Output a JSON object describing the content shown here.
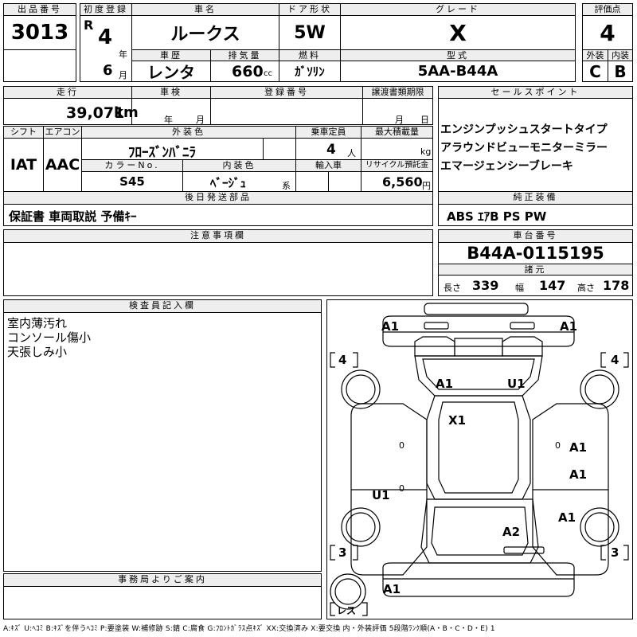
{
  "header": {
    "lot_no_label": "出品番号",
    "lot_no": "3013",
    "first_reg_label": "初度登録",
    "era": "R",
    "year": "4",
    "year_unit": "年",
    "month": "6",
    "month_unit": "月",
    "car_name_label": "車名",
    "car_name": "ルークス",
    "door_label": "ドア形状",
    "door": "5W",
    "grade_label": "グレード",
    "grade": "X",
    "score_label": "評価点",
    "score": "4",
    "history_label": "車歴",
    "history": "レンタ",
    "displacement_label": "排気量",
    "displacement": "660",
    "displacement_unit": "cc",
    "fuel_label": "燃料",
    "fuel": "ｶﾞｿﾘﾝ",
    "model_label": "型式",
    "model": "5AA-B44A",
    "exterior_label": "外装",
    "exterior": "C",
    "interior_label": "内装",
    "interior": "B"
  },
  "info": {
    "mileage_label": "走行",
    "mileage": "39,071",
    "mileage_unit": "km",
    "inspection_label": "車検",
    "insp_year_unit": "年",
    "insp_month_unit": "月",
    "reg_no_label": "登録番号",
    "transfer_label": "譲渡書類期限",
    "transfer_month_unit": "月",
    "transfer_day_unit": "日",
    "shift_label": "シフト",
    "shift": "IAT",
    "ac_label": "エアコン",
    "ac": "AAC",
    "ext_color_label": "外装色",
    "ext_color": "ﾌﾛｰｽﾞﾝﾊﾞﾆﾗ",
    "capacity_label": "乗車定員",
    "capacity": "4",
    "capacity_unit": "人",
    "load_label": "最大積載量",
    "load_unit": "kg",
    "color_no_label": "カラーNo.",
    "color_no": "S45",
    "int_color_label": "内装色",
    "int_color": "ﾍﾞｰｼﾞｭ",
    "int_color_unit": "系",
    "import_label": "輸入車",
    "recycle_label": "リサイクル預託金",
    "recycle": "6,560",
    "recycle_unit": "円",
    "later_parts_label": "後日発送部品",
    "later_parts": "保証書 車両取説 予備ｷｰ"
  },
  "sales": {
    "label": "セールスポイント",
    "points": [
      "エンジンプッシュスタートタイプ",
      "アラウンドビューモニターミラー",
      "エマージェンシーブレーキ"
    ]
  },
  "equipment": {
    "label": "純正装備",
    "value": "ABS ｴｱB PS PW"
  },
  "notes": {
    "label": "注意事項欄"
  },
  "chassis": {
    "label": "車台番号",
    "number": "B44A-0115195",
    "spec_label": "諸元",
    "length_label": "長さ",
    "length": "339",
    "width_label": "幅",
    "width": "147",
    "height_label": "高さ",
    "height": "178"
  },
  "inspector": {
    "label": "検査員記入欄",
    "lines": [
      "室内薄汚れ",
      "コンソール傷小",
      "天張しみ小"
    ]
  },
  "office": {
    "label": "事務局よりご案内"
  },
  "diagram": {
    "tire_front_left": "4",
    "tire_front_right": "4",
    "tire_rear_left": "3",
    "tire_rear_right": "3",
    "spare": "レス",
    "marks": {
      "front_bumper_left": "A1",
      "front_bumper_right": "A1",
      "hood_left": "A1",
      "hood_right": "U1",
      "roof": "X1",
      "right_front_door": "A1",
      "right_rear_door": "A1",
      "left_rear": "U1",
      "right_rear_fender": "A1",
      "rear_gate": "A2",
      "rear_bumper": "A1",
      "left_pillar": "0",
      "right_pillar": "0",
      "left_sill": "0"
    }
  },
  "legend": "A:ｷｽﾞ U:ﾍｺﾐ B:ｷｽﾞを伴うﾍｺﾐ P:要塗装 W:補修跡 S:錆 C:腐食 G:ﾌﾛﾝﾄｶﾞﾗｽ点ｷｽﾞ XX:交換済み X:要交換  内・外装評価 5段階ﾗﾝｸ順(A・B・C・D・E) 1"
}
